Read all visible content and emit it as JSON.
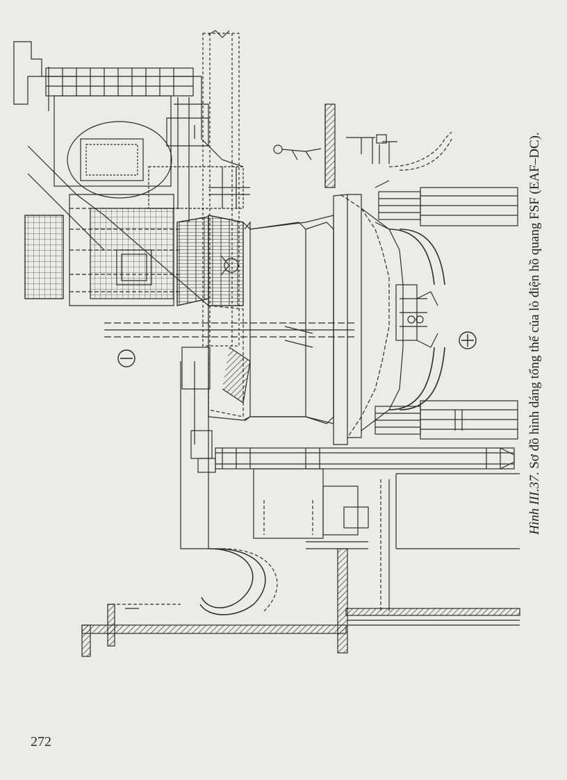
{
  "figure": {
    "label": "Hình III.37",
    "caption": ". Sơ đồ hình dáng tổng thể của lò điện hồ quang FSF (EAF–DC).",
    "minus_symbol": "⊖",
    "plus_symbol": "⊕"
  },
  "page_number": "272",
  "colors": {
    "ink": "#2b2b2b",
    "paper": "#ebebe8"
  }
}
